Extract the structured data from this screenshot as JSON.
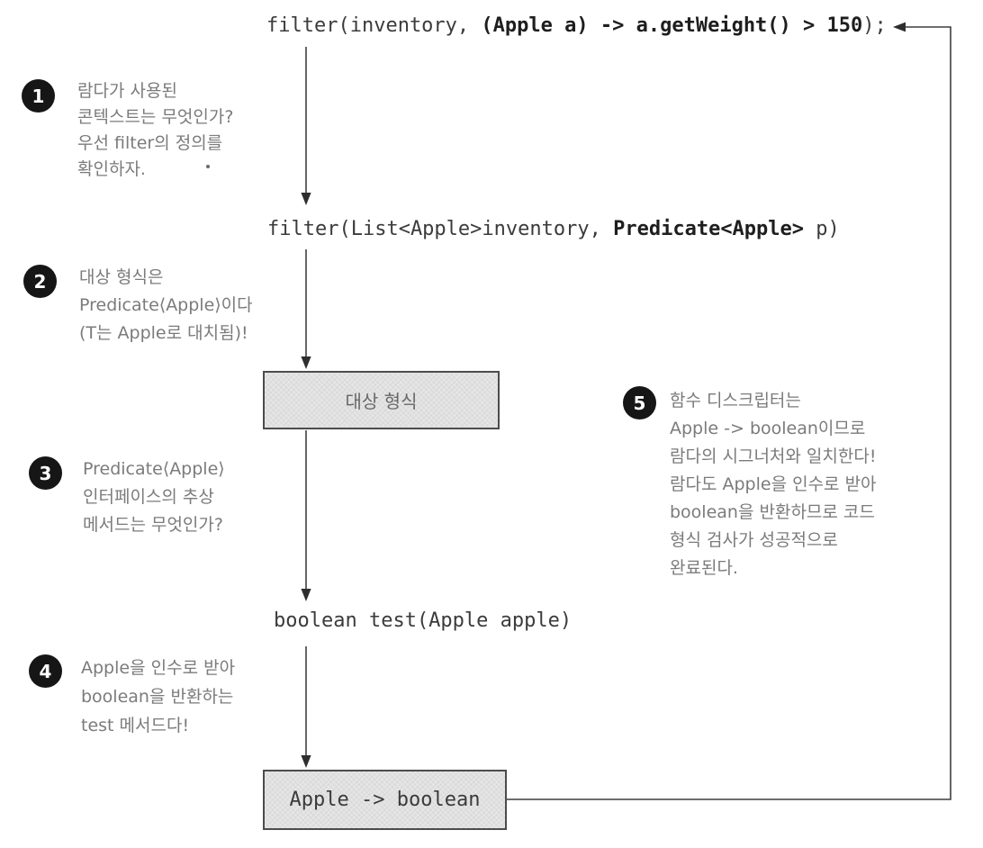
{
  "palette": {
    "background": "#ffffff",
    "code_ink": "#3b3b3b",
    "code_bold_ink": "#1e1e1e",
    "note_ink": "#7b7b7b",
    "box_fill": "#e5e5e5",
    "box_border": "#4c4c4c",
    "badge_fill": "#161616",
    "badge_ink": "#ffffff",
    "arrow_ink": "#3f3f3f"
  },
  "code": {
    "call": {
      "pre": "filter(inventory, ",
      "bold": "(Apple a) -> a.getWeight() > 150",
      "post": ");"
    },
    "signature": {
      "pre": "filter(List<Apple>inventory, ",
      "bold": "Predicate<Apple>",
      "post": " p)"
    },
    "abstract_method": "boolean test(Apple apple)"
  },
  "boxes": {
    "target_type_label": "대상 형식",
    "function_descriptor_label": "Apple -> boolean"
  },
  "annotations": [
    {
      "number": "1",
      "lines": [
        "람다가 사용된",
        "콘텍스트는 무엇인가?",
        "우선 filter의 정의를",
        "확인하자."
      ]
    },
    {
      "number": "2",
      "lines": [
        "대상 형식은",
        "Predicate⟨Apple⟩이다",
        "(T는 Apple로 대치됨)!"
      ]
    },
    {
      "number": "3",
      "lines": [
        "Predicate⟨Apple⟩",
        "인터페이스의 추상",
        "메서드는 무엇인가?"
      ]
    },
    {
      "number": "4",
      "lines": [
        "Apple을 인수로 받아",
        "boolean을 반환하는",
        "test 메서드다!"
      ]
    },
    {
      "number": "5",
      "lines": [
        "함수 디스크립터는",
        "Apple -> boolean이므로",
        "람다의 시그너처와 일치한다!",
        "람다도 Apple을 인수로 받아",
        "boolean을 반환하므로 코드",
        "형식 검사가 성공적으로",
        "완료된다."
      ]
    }
  ]
}
